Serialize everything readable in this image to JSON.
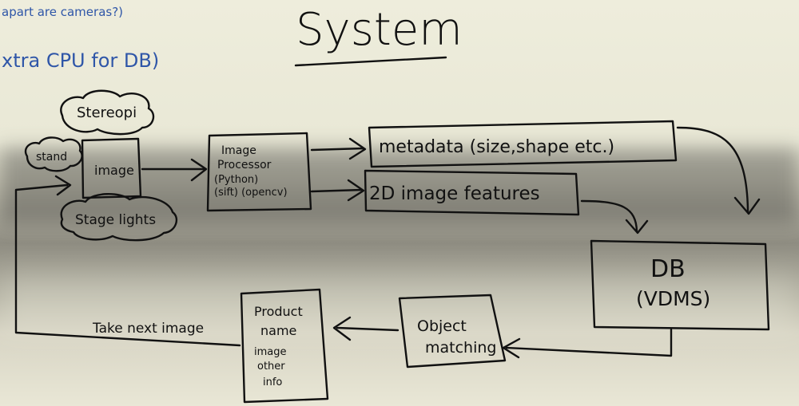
{
  "notes": {
    "line1": "apart are cameras?)",
    "line2": "xtra CPU for DB)"
  },
  "title": "System",
  "labels": {
    "stereopi": "Stereopi",
    "stand": "stand",
    "image": "image",
    "stage_lights": "Stage lights",
    "image_processor_l1": "Image",
    "image_processor_l2": "Processor",
    "image_processor_l3": "(Python)",
    "image_processor_l4": "(sift) (opencv)",
    "metadata": "metadata (size,shape etc.)",
    "features": "2D image features",
    "db_l1": "DB",
    "db_l2": "(VDMS)",
    "object_l1": "Object",
    "object_l2": "matching",
    "product_l1": "Product",
    "product_l2": "name",
    "product_l3": "image",
    "product_l4": "other",
    "product_l5": "info",
    "take_next": "Take next image"
  }
}
